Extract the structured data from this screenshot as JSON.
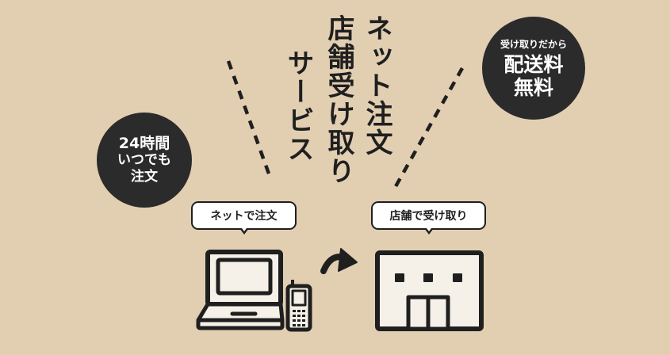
{
  "title": {
    "column_1": "ネット注文",
    "column_2": "店舗受け取り",
    "column_3": "サービス"
  },
  "badge_left": {
    "line1": "24時間",
    "line2": "いつでも",
    "line3": "注文"
  },
  "badge_right": {
    "line1": "受け取りだから",
    "line2": "配送料",
    "line3": "無料"
  },
  "bubble_left": {
    "label": "ネットで注文"
  },
  "bubble_right": {
    "label": "店舗で受け取り"
  },
  "colors": {
    "background": "#e2cfb2",
    "ink": "#1f1f1f",
    "badge": "#2b2b2b",
    "paper": "#ffffff",
    "fill": "#f6f1e8"
  },
  "icons": [
    "laptop-icon",
    "mobile-phone-icon",
    "curved-arrow-icon",
    "store-building-icon",
    "dashed-line-icon"
  ]
}
